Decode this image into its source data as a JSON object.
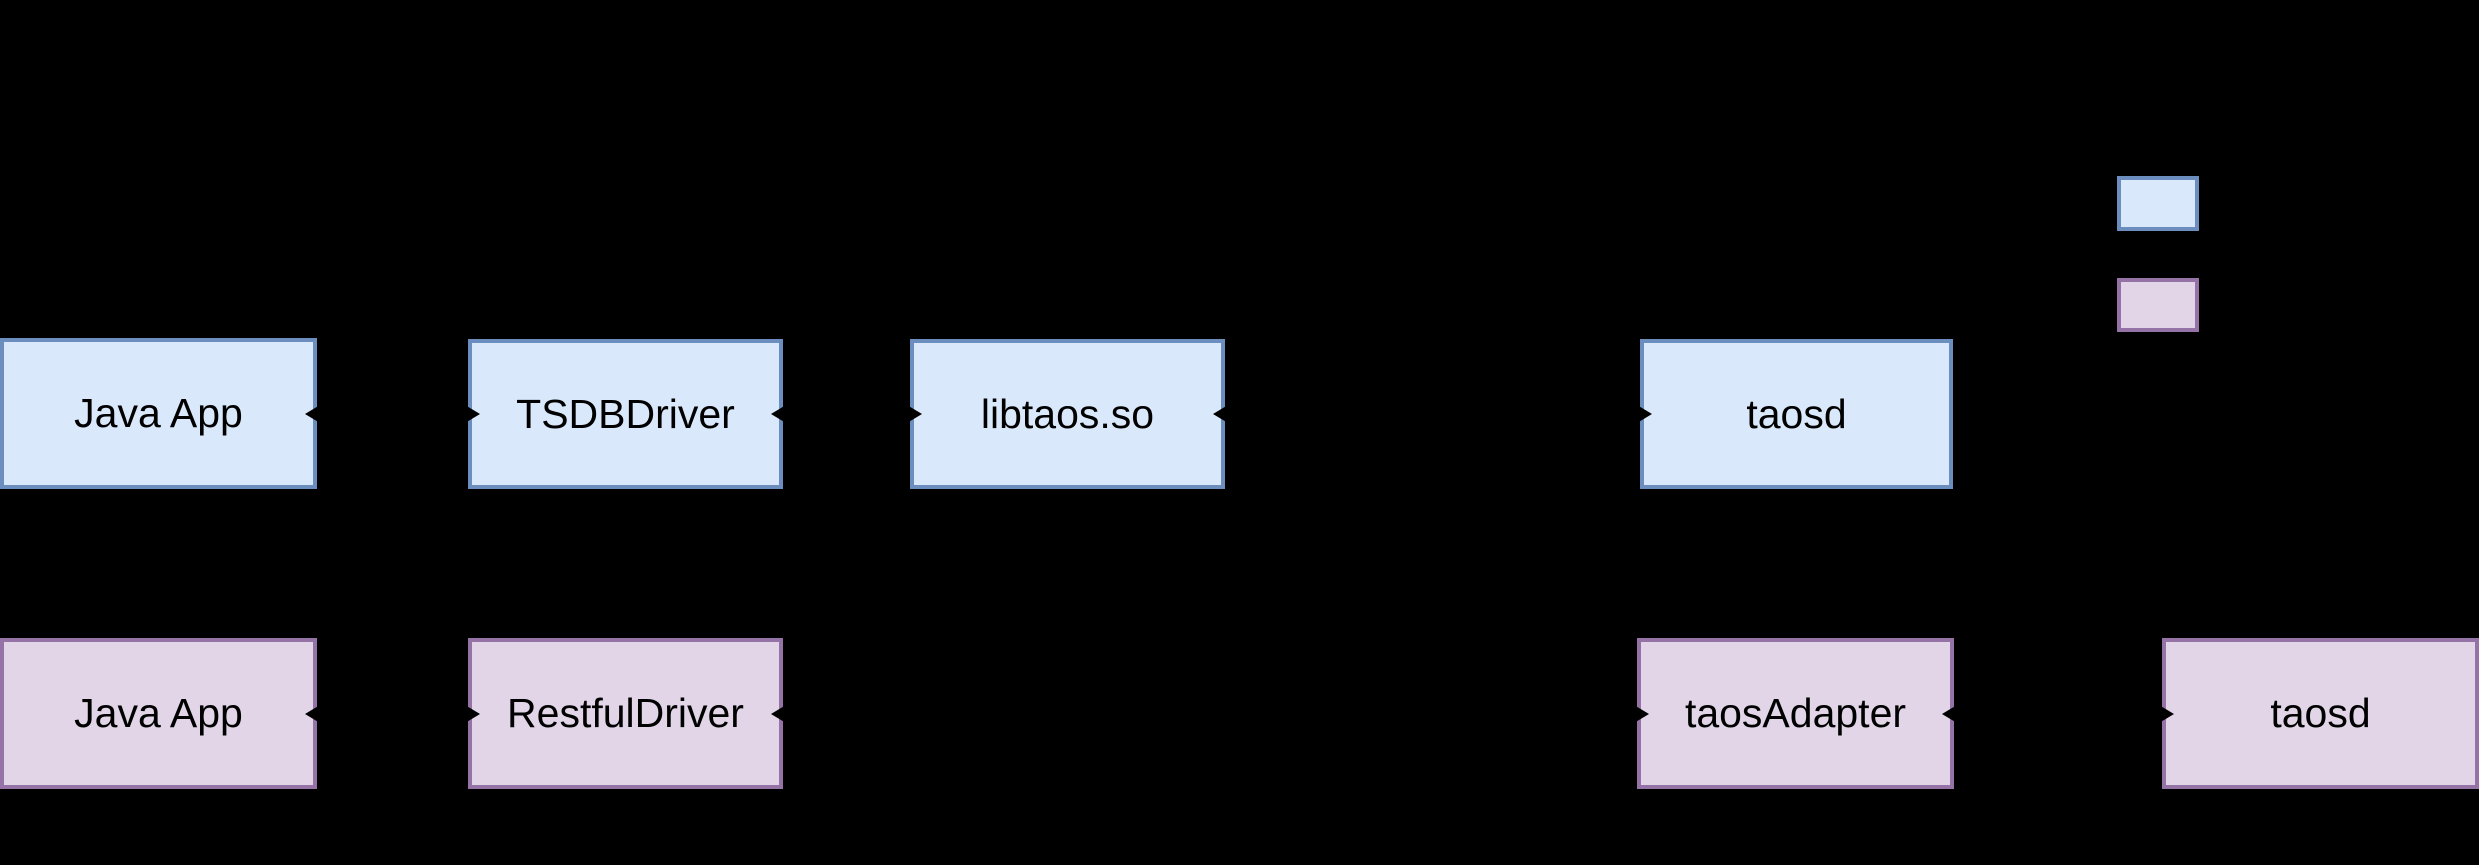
{
  "diagram": {
    "background": "#000000",
    "styles": {
      "native": {
        "fill": "#DAE8FC",
        "stroke": "#6C8EBF"
      },
      "rest": {
        "fill": "#E1D5E7",
        "stroke": "#9673A6"
      }
    },
    "text_color": "#000000",
    "top_row": {
      "style": "native",
      "nodes": [
        {
          "id": "java-app-native",
          "label": "Java App"
        },
        {
          "id": "tsdb-driver",
          "label": "TSDBDriver"
        },
        {
          "id": "libtaos-so",
          "label": "libtaos.so"
        },
        {
          "id": "taosd-native",
          "label": "taosd"
        }
      ]
    },
    "bottom_row": {
      "style": "rest",
      "nodes": [
        {
          "id": "java-app-rest",
          "label": "Java App"
        },
        {
          "id": "restful-driver",
          "label": "RestfulDriver"
        },
        {
          "id": "taos-adapter",
          "label": "taosAdapter"
        },
        {
          "id": "taosd-rest",
          "label": "taosd"
        }
      ]
    },
    "legend": {
      "items": [
        {
          "id": "legend-native",
          "swatch": "native",
          "label": ""
        },
        {
          "id": "legend-rest",
          "swatch": "rest",
          "label": ""
        }
      ]
    }
  }
}
